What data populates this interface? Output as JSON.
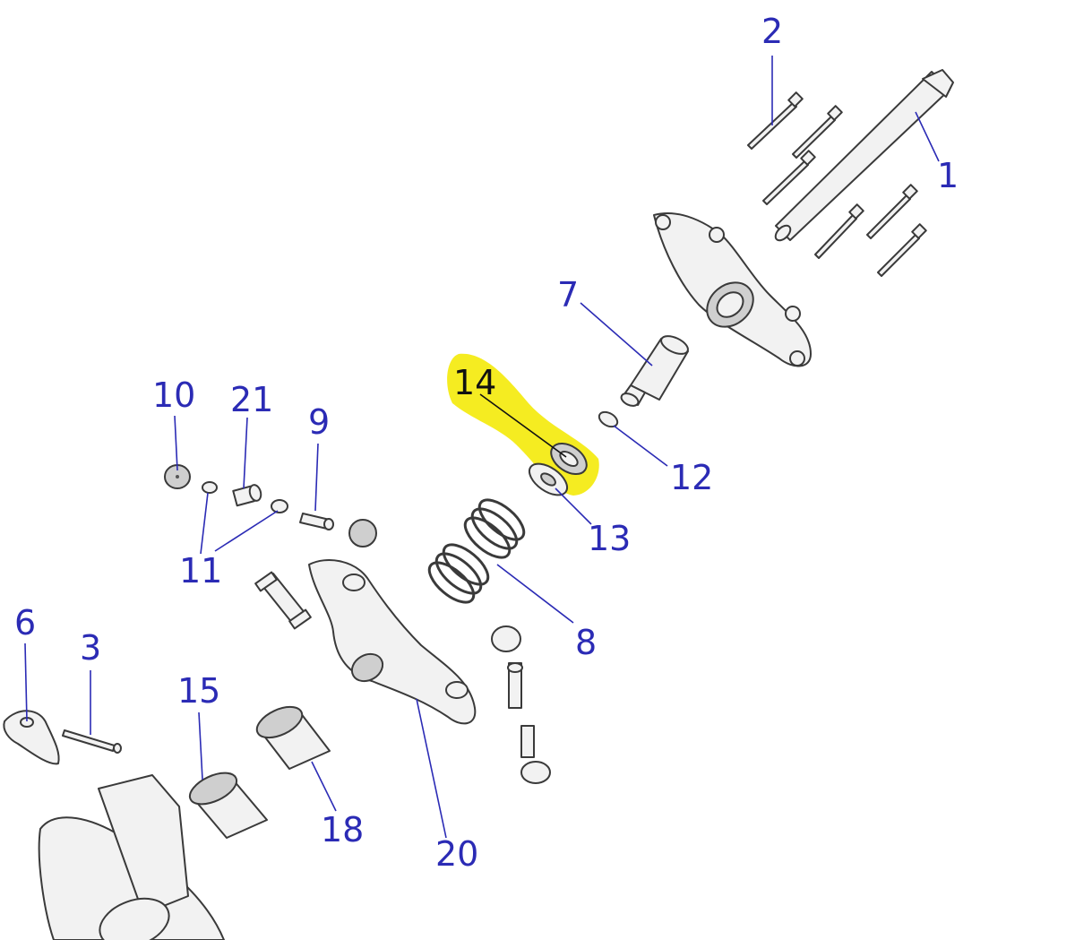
{
  "colors": {
    "label": "#2b2bb5",
    "highlight_label": "#111111",
    "highlight": "#f5ec21"
  },
  "callouts": [
    {
      "id": "1",
      "text": "1"
    },
    {
      "id": "2",
      "text": "2"
    },
    {
      "id": "3",
      "text": "3"
    },
    {
      "id": "6",
      "text": "6"
    },
    {
      "id": "7",
      "text": "7"
    },
    {
      "id": "8",
      "text": "8"
    },
    {
      "id": "9",
      "text": "9"
    },
    {
      "id": "10",
      "text": "10"
    },
    {
      "id": "11",
      "text": "11"
    },
    {
      "id": "12",
      "text": "12"
    },
    {
      "id": "13",
      "text": "13"
    },
    {
      "id": "14",
      "text": "14",
      "highlighted": true
    },
    {
      "id": "15",
      "text": "15"
    },
    {
      "id": "18",
      "text": "18"
    },
    {
      "id": "20",
      "text": "20"
    },
    {
      "id": "21",
      "text": "21"
    }
  ]
}
